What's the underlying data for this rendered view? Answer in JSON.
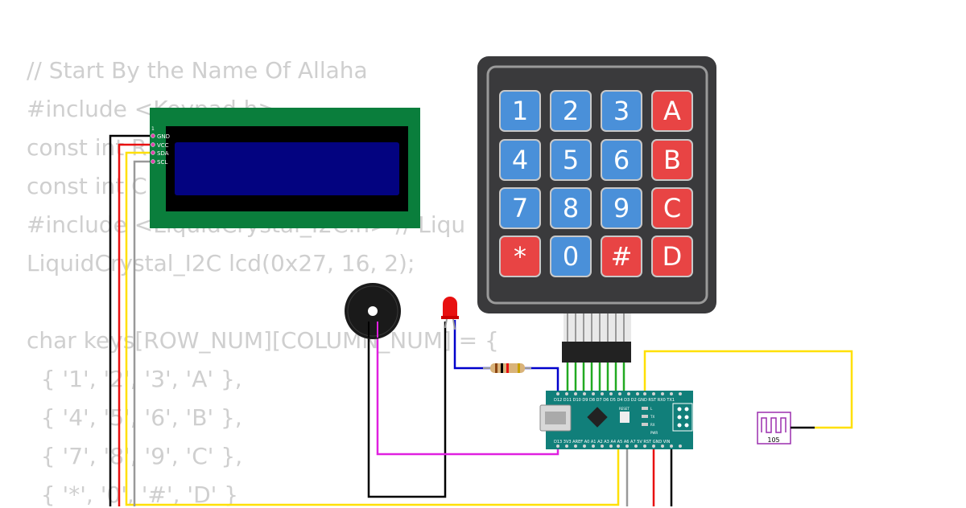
{
  "code": {
    "lines": [
      "// Start By the Name Of Allaha",
      "#include <Keypad.h>",
      "const int R",
      "const int C",
      "#include <LiquidCrystal_I2C.h> // Liqu                              y",
      "LiquidCrystal_I2C lcd(0x27, 16, 2);",
      "",
      "char keys[ROW_NUM][COLUMN_NUM] = {",
      "  { '1', '2', '3', 'A' },",
      "  { '4', '5', '6', 'B' },",
      "  { '7', '8', '9', 'C' },",
      "  { '*', '0', '#', 'D' }"
    ]
  },
  "lcd": {
    "pins": [
      "GND",
      "VCC",
      "SDA",
      "SCL"
    ],
    "pin_header_number": "1"
  },
  "keypad": {
    "keys": [
      [
        {
          "label": "1",
          "kind": "num"
        },
        {
          "label": "2",
          "kind": "num"
        },
        {
          "label": "3",
          "kind": "num"
        },
        {
          "label": "A",
          "kind": "letter"
        }
      ],
      [
        {
          "label": "4",
          "kind": "num"
        },
        {
          "label": "5",
          "kind": "num"
        },
        {
          "label": "6",
          "kind": "num"
        },
        {
          "label": "B",
          "kind": "letter"
        }
      ],
      [
        {
          "label": "7",
          "kind": "num"
        },
        {
          "label": "8",
          "kind": "num"
        },
        {
          "label": "9",
          "kind": "num"
        },
        {
          "label": "C",
          "kind": "letter"
        }
      ],
      [
        {
          "label": "*",
          "kind": "letter"
        },
        {
          "label": "0",
          "kind": "num"
        },
        {
          "label": "#",
          "kind": "letter"
        },
        {
          "label": "D",
          "kind": "letter"
        }
      ]
    ]
  },
  "arduino": {
    "top_pins_label": "D12 D11 D10 D9  D8  D7  D6  D5  D4  D3  D2  GND RST  RX0 TX1",
    "bottom_pins_label": "D13 3V3 AREF A0  A1  A2  A3  A4  A5  A6  A7  5V  RST GND VIN",
    "chip_labels": [
      "RESET",
      "L",
      "TX",
      "RX",
      "PWR"
    ]
  },
  "signal_generator": {
    "label": "105"
  },
  "colors": {
    "keypad_body": "#3a3a3c",
    "key_number": "#4a90d9",
    "key_letter": "#e84444",
    "lcd_board": "#0a7e3c",
    "lcd_screen": "#030380",
    "arduino_board": "#117f7a",
    "wire_black": "#000000",
    "wire_red": "#e81010",
    "wire_yellow": "#ffe000",
    "wire_gray": "#999999",
    "wire_green": "#22aa22",
    "wire_blue": "#0000cc",
    "wire_magenta": "#e020e0",
    "gen_border": "#9b2fae"
  }
}
